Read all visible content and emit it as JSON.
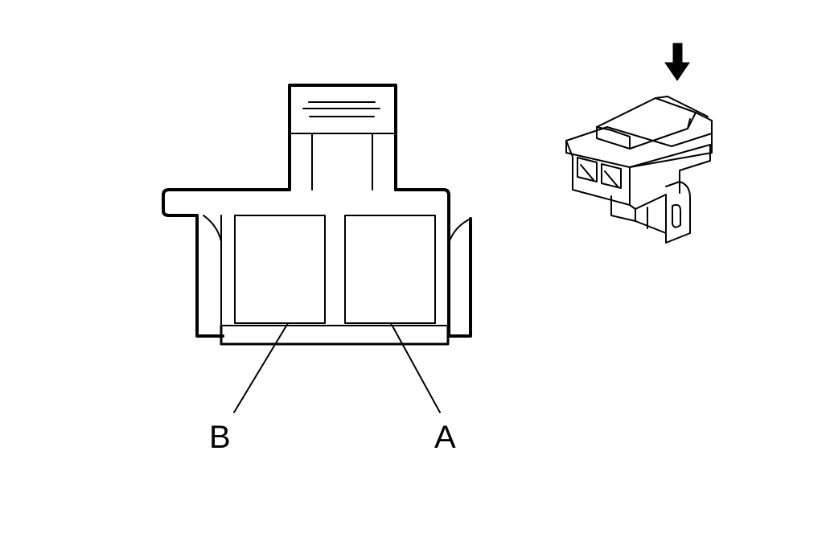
{
  "pins": [
    {
      "id": "B",
      "label": "B"
    },
    {
      "id": "A",
      "label": "A"
    }
  ],
  "colors": {
    "line": "#000000",
    "background": "#ffffff"
  }
}
